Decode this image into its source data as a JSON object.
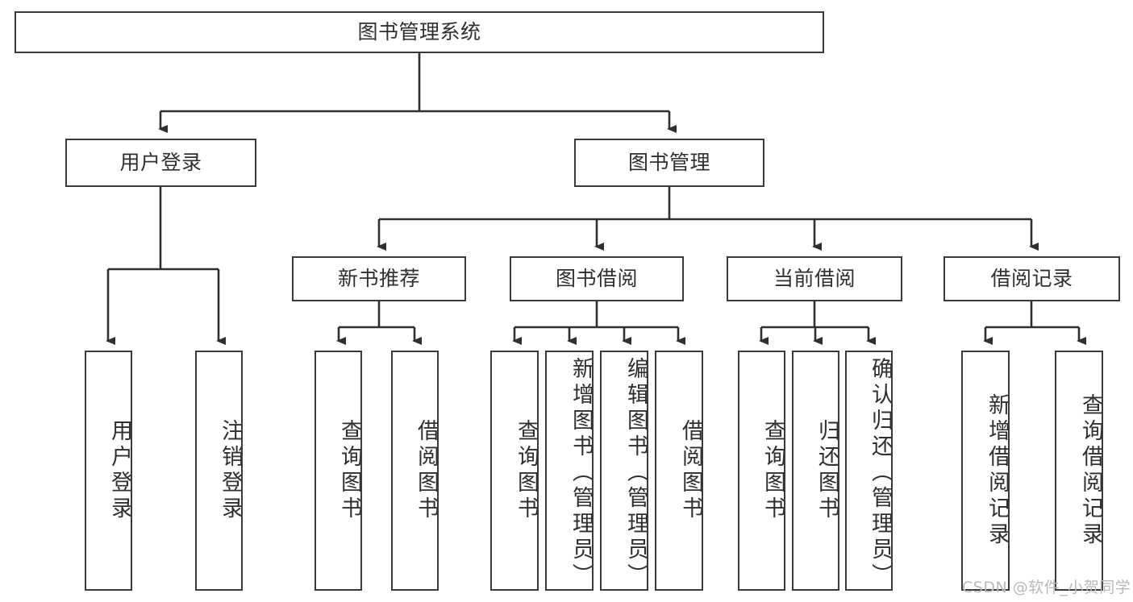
{
  "diagram": {
    "type": "tree-hierarchy",
    "title": "图书管理系统",
    "watermark": "CSDN @软件_小贺同学",
    "colors": {
      "box_border": "#3a3a3a",
      "box_fill": "#ffffff",
      "connector": "#2f2f2f",
      "text": "#2f2f2f",
      "watermark": "#b9b9b9",
      "background": "#ffffff"
    },
    "root": {
      "label": "图书管理系统"
    },
    "level2": [
      {
        "label": "用户登录"
      },
      {
        "label": "图书管理"
      }
    ],
    "level3": [
      {
        "label": "新书推荐"
      },
      {
        "label": "图书借阅"
      },
      {
        "label": "当前借阅"
      },
      {
        "label": "借阅记录"
      }
    ],
    "leaves": {
      "user_login": [
        {
          "label": "用户登录"
        },
        {
          "label": "注销登录"
        }
      ],
      "new_book_recommend": [
        {
          "label": "查询图书"
        },
        {
          "label": "借阅图书"
        }
      ],
      "book_borrow": [
        {
          "label": "查询图书"
        },
        {
          "label": "新增图书（管理员）"
        },
        {
          "label": "编辑图书（管理员）"
        },
        {
          "label": "借阅图书"
        }
      ],
      "current_borrow": [
        {
          "label": "查询图书"
        },
        {
          "label": "归还图书"
        },
        {
          "label": "确认归还（管理员）"
        }
      ],
      "borrow_records": [
        {
          "label": "新增借阅记录"
        },
        {
          "label": "查询借阅记录"
        }
      ]
    }
  }
}
